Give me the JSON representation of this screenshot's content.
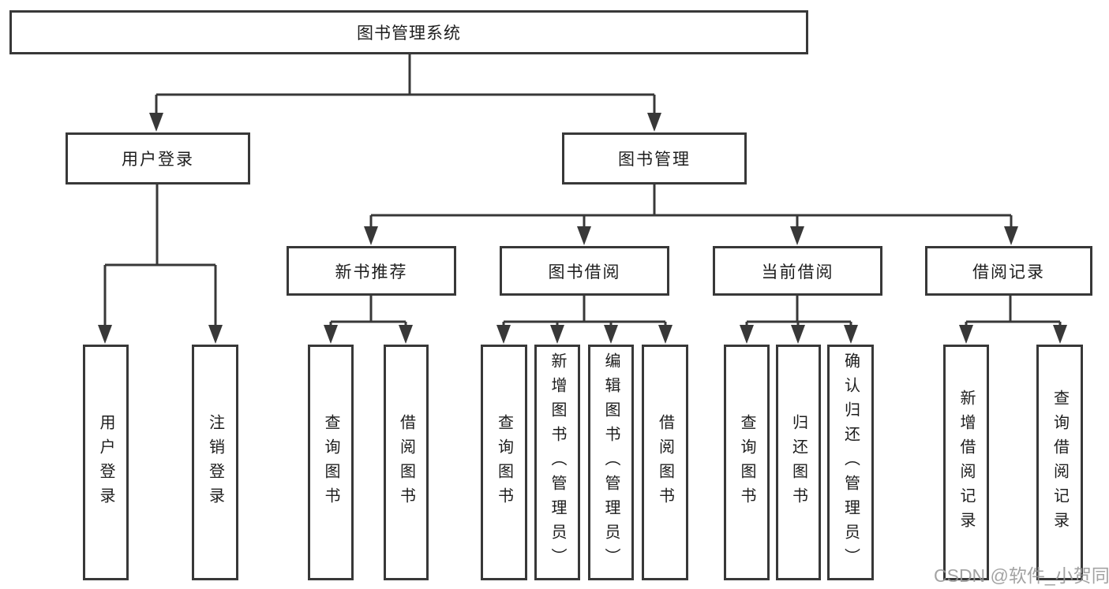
{
  "diagram_title": "图书管理系统",
  "colors": {
    "line": "#383838",
    "box_border": "#383838",
    "text": "#1d1d1d",
    "background": "#ffffff",
    "watermark": "#969696"
  },
  "tree": {
    "root": {
      "label": "图书管理系统"
    },
    "children": [
      {
        "label": "用户登录",
        "children": [
          {
            "label": "用户登录"
          },
          {
            "label": "注销登录"
          }
        ]
      },
      {
        "label": "图书管理",
        "children": [
          {
            "label": "新书推荐",
            "children": [
              {
                "label": "查询图书"
              },
              {
                "label": "借阅图书"
              }
            ]
          },
          {
            "label": "图书借阅",
            "children": [
              {
                "label": "查询图书"
              },
              {
                "label": "新增图书（管理员）"
              },
              {
                "label": "编辑图书（管理员）"
              },
              {
                "label": "借阅图书"
              }
            ]
          },
          {
            "label": "当前借阅",
            "children": [
              {
                "label": "查询图书"
              },
              {
                "label": "归还图书"
              },
              {
                "label": "确认归还（管理员）"
              }
            ]
          },
          {
            "label": "借阅记录",
            "children": [
              {
                "label": "新增借阅记录"
              },
              {
                "label": "查询借阅记录"
              }
            ]
          }
        ]
      }
    ]
  },
  "watermark": {
    "text": "CSDN @软件_小贺同学"
  }
}
